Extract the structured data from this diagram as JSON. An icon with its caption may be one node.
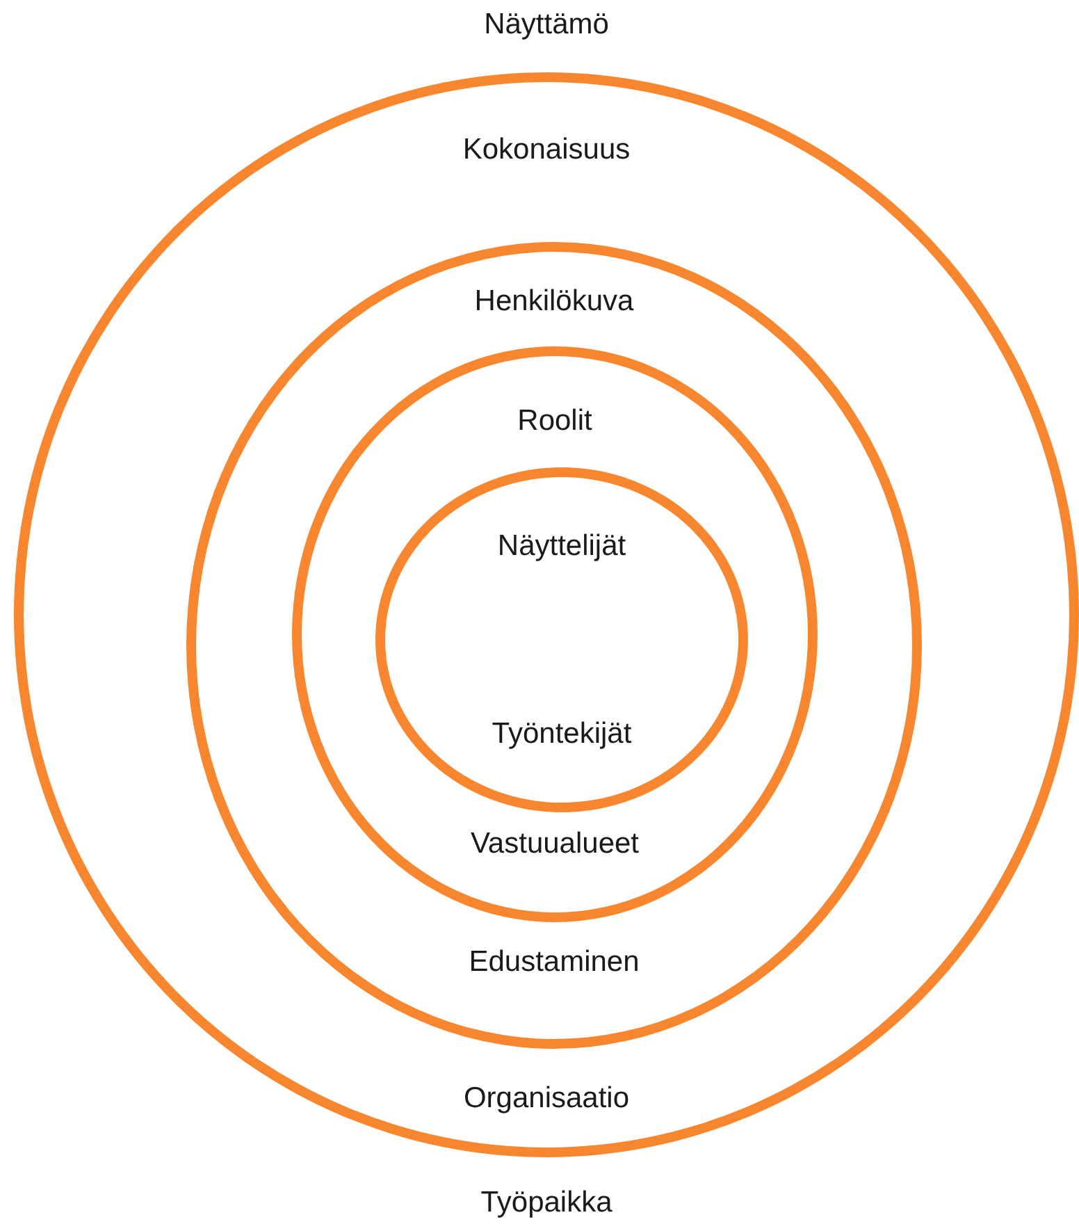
{
  "diagram": {
    "nodes": [
      {
        "text": [
          "Kokonaisuus",
          "Organisaatio"
        ],
        "beside": [
          "Näyttämö",
          "Työpaikka"
        ]
      },
      {
        "text": [
          "Henkilökuva",
          "Edustaminen"
        ],
        "in": 0
      },
      {
        "text": [
          "Roolit",
          "Vastuualueet"
        ],
        "in": 1
      },
      {
        "text": [
          "Näyttelijät",
          "Työntekijät"
        ],
        "in": 2
      }
    ]
  }
}
